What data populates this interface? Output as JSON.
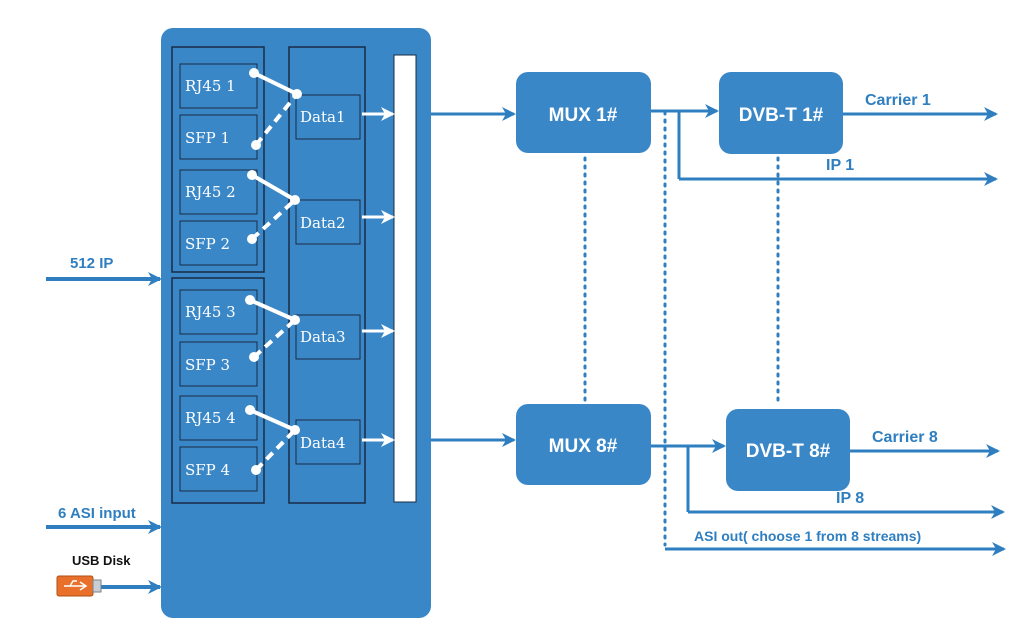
{
  "colors": {
    "panel": "#3a87c8",
    "box": "#3a87c8",
    "line": "#2f7fc0",
    "outline": "#1a2b44"
  },
  "inputs": {
    "ip": "512 IP",
    "asi": "6 ASI input",
    "usb": "USB Disk"
  },
  "ports": [
    {
      "rj45": "RJ45 1",
      "sfp": "SFP 1",
      "data": "Data1"
    },
    {
      "rj45": "RJ45 2",
      "sfp": "SFP 2",
      "data": "Data2"
    },
    {
      "rj45": "RJ45 3",
      "sfp": "SFP 3",
      "data": "Data3"
    },
    {
      "rj45": "RJ45 4",
      "sfp": "SFP 4",
      "data": "Data4"
    }
  ],
  "mux": {
    "top": "MUX 1#",
    "bottom": "MUX 8#"
  },
  "dvbt": {
    "top": "DVB-T 1#",
    "bottom": "DVB-T 8#"
  },
  "outputs": {
    "carrier_top": "Carrier 1",
    "ip_top": "IP 1",
    "carrier_bottom": "Carrier 8",
    "ip_bottom": "IP 8",
    "asi_out": "ASI out( choose 1 from 8 streams)"
  },
  "icons": {
    "usb": "usb-drive-icon"
  }
}
